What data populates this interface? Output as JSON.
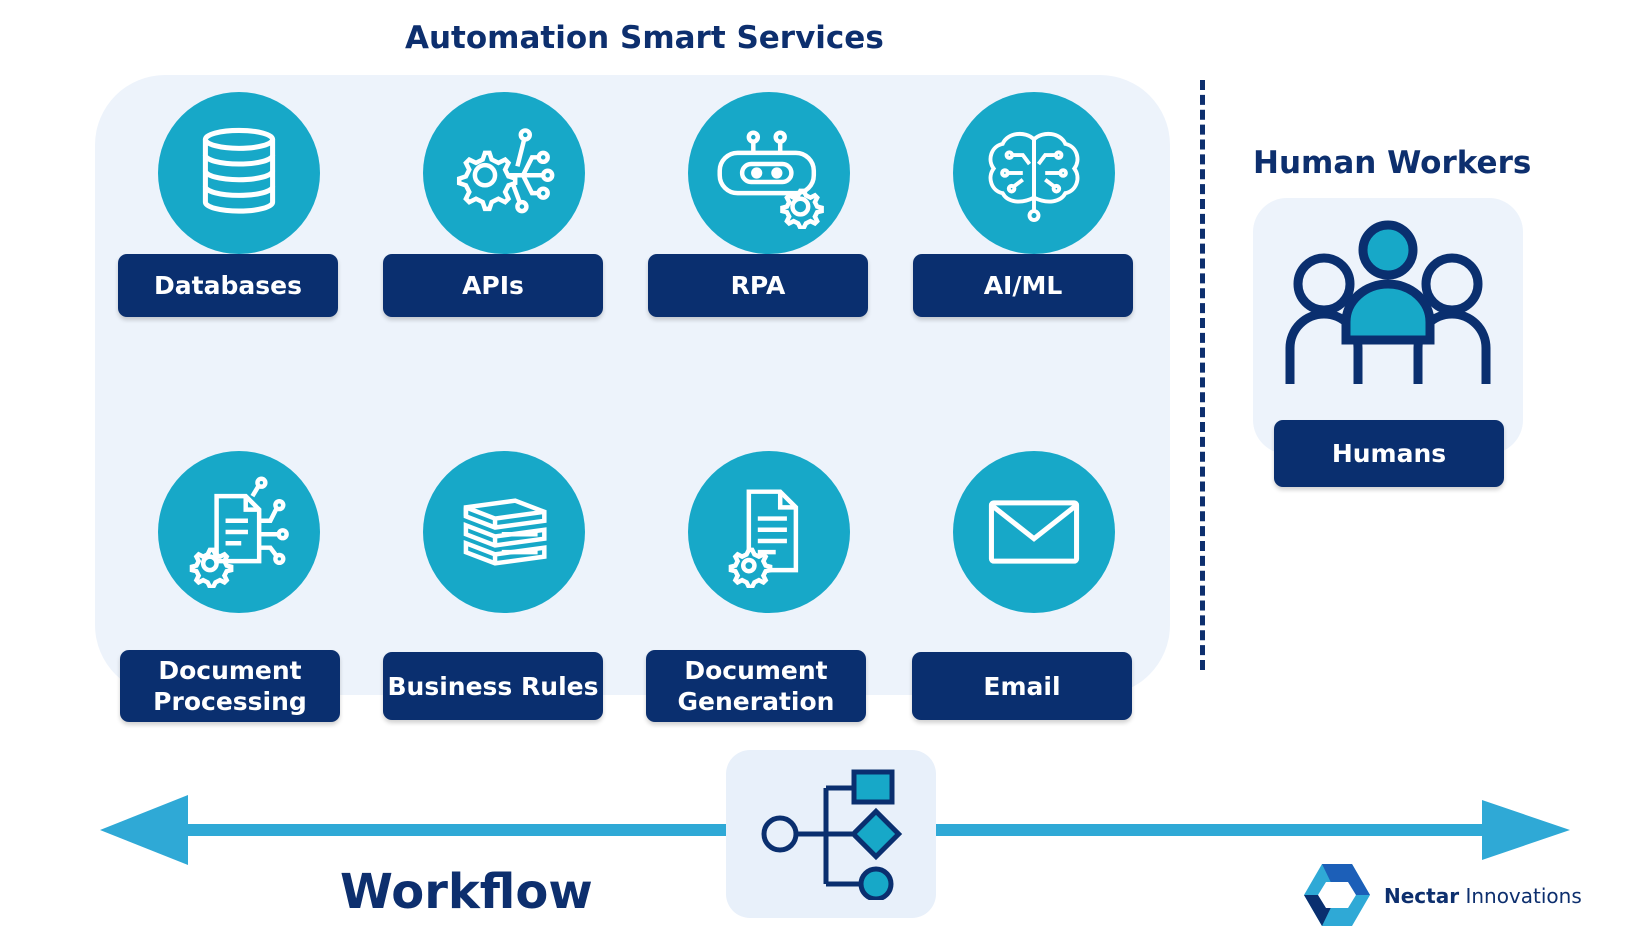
{
  "automation": {
    "title": "Automation Smart Services",
    "services": [
      {
        "label": "Databases",
        "icon": "database-icon"
      },
      {
        "label": "APIs",
        "icon": "api-gear-icon"
      },
      {
        "label": "RPA",
        "icon": "robot-icon"
      },
      {
        "label": "AI/ML",
        "icon": "brain-icon"
      },
      {
        "label_line1": "Document",
        "label_line2": "Processing",
        "icon": "document-processing-icon"
      },
      {
        "label": "Business Rules",
        "icon": "books-icon"
      },
      {
        "label_line1": "Document",
        "label_line2": "Generation",
        "icon": "document-generation-icon"
      },
      {
        "label": "Email",
        "icon": "envelope-icon"
      }
    ]
  },
  "human": {
    "title": "Human Workers",
    "label": "Humans",
    "icon": "people-icon"
  },
  "workflow": {
    "label": "Workflow",
    "icon": "workflow-icon"
  },
  "brand": {
    "name_bold": "Nectar",
    "name_rest": "Innovations",
    "icon": "nectar-logo-icon"
  },
  "colors": {
    "navy": "#0a2f6f",
    "teal": "#17a8c8",
    "panel": "#edf3fb",
    "arrow": "#2fa9d6"
  }
}
